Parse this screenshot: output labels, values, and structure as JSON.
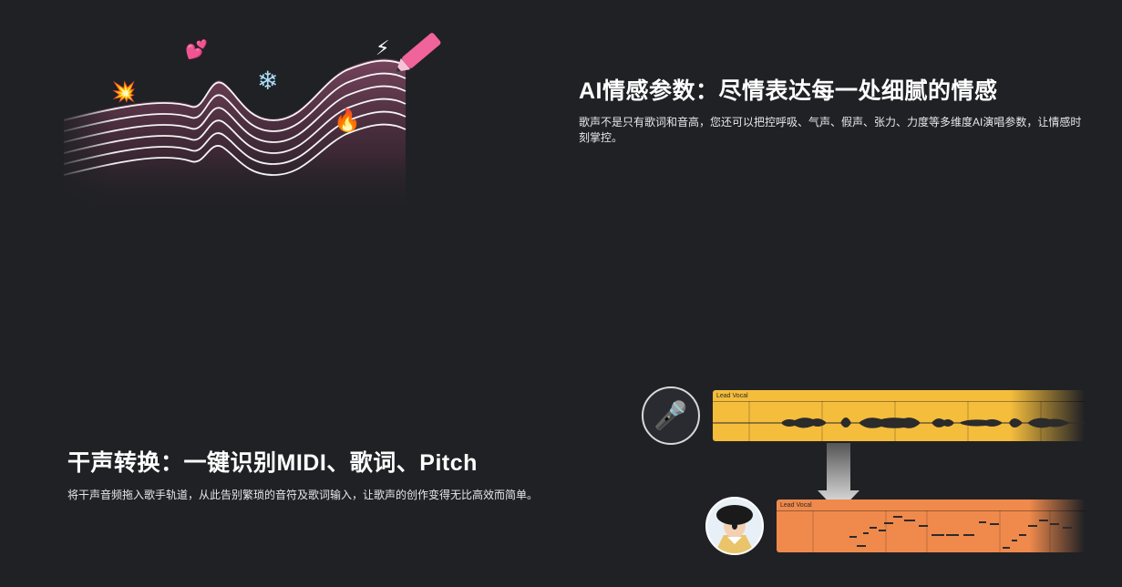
{
  "feature1": {
    "title": "AI情感参数：尽情表达每一处细腻的情感",
    "description": "歌声不是只有歌词和音高，您还可以把控呼吸、气声、假声、张力、力度等多维度AI演唱参数，让情感时刻掌控。"
  },
  "feature2": {
    "title": "干声转换：一键识别MIDI、歌词、Pitch",
    "description": "将干声音频拖入歌手轨道，从此告别繁琐的音符及歌词输入，让歌声的创作变得无比高效而简单。"
  },
  "tracks": {
    "vocal_label": "Lead Vocal",
    "midi_label": "Lead Vocal"
  },
  "icons": {
    "sparkle": "💥",
    "hearts": "💕",
    "snowflake": "❄",
    "lightning": "⚡",
    "fire": "🔥",
    "microphone": "🎤"
  },
  "colors": {
    "background": "#202125",
    "vocal_track": "#f5bd3c",
    "midi_track": "#ef8a4c",
    "pen": "#f0639b",
    "wave_fill": "#6b3a52"
  }
}
